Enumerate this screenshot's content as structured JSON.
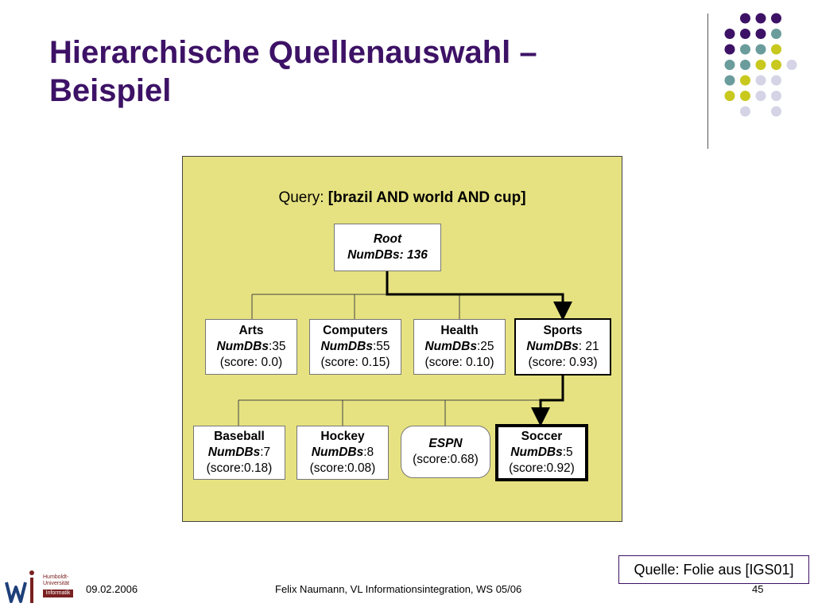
{
  "slide": {
    "title_line1": "Hierarchische Quellenauswahl –",
    "title_line2": "Beispiel"
  },
  "diagram": {
    "query_label": "Query: ",
    "query_value": "[brazil AND world AND cup]",
    "nodes": {
      "root": {
        "name": "Root",
        "numdbs": "NumDBs: 136"
      },
      "arts": {
        "name": "Arts",
        "numdbs_label": "NumDBs",
        "numdbs_value": ":35",
        "score": "(score: 0.0)"
      },
      "computers": {
        "name": "Computers",
        "numdbs_label": "NumDBs",
        "numdbs_value": ":55",
        "score": "(score: 0.15)"
      },
      "health": {
        "name": "Health",
        "numdbs_label": "NumDBs",
        "numdbs_value": ":25",
        "score": "(score: 0.10)"
      },
      "sports": {
        "name": "Sports",
        "numdbs_label": "NumDBs",
        "numdbs_value": ": 21",
        "score": "(score: 0.93)"
      },
      "baseball": {
        "name": "Baseball",
        "numdbs_label": "NumDBs",
        "numdbs_value": ":7",
        "score": "(score:0.18)"
      },
      "hockey": {
        "name": "Hockey",
        "numdbs_label": "NumDBs",
        "numdbs_value": ":8",
        "score": "(score:0.08)"
      },
      "espn": {
        "name": "ESPN",
        "score": "(score:0.68)"
      },
      "soccer": {
        "name": "Soccer",
        "numdbs_label": "NumDBs",
        "numdbs_value": ":5",
        "score": "(score:0.92)"
      }
    }
  },
  "source_note": "Quelle: Folie aus [IGS01]",
  "footer": {
    "date": "09.02.2006",
    "author": "Felix Naumann, VL Informationsintegration, WS 05/06",
    "page": "45"
  },
  "logo": {
    "line1": "Humboldt-",
    "line2": "Universität",
    "badge": "Informatik"
  },
  "colors": {
    "purple": "#3d1266",
    "teal": "#6b9c9c",
    "olive": "#c8c81e",
    "lavender": "#d4d4e6",
    "panel": "#e6e281"
  }
}
